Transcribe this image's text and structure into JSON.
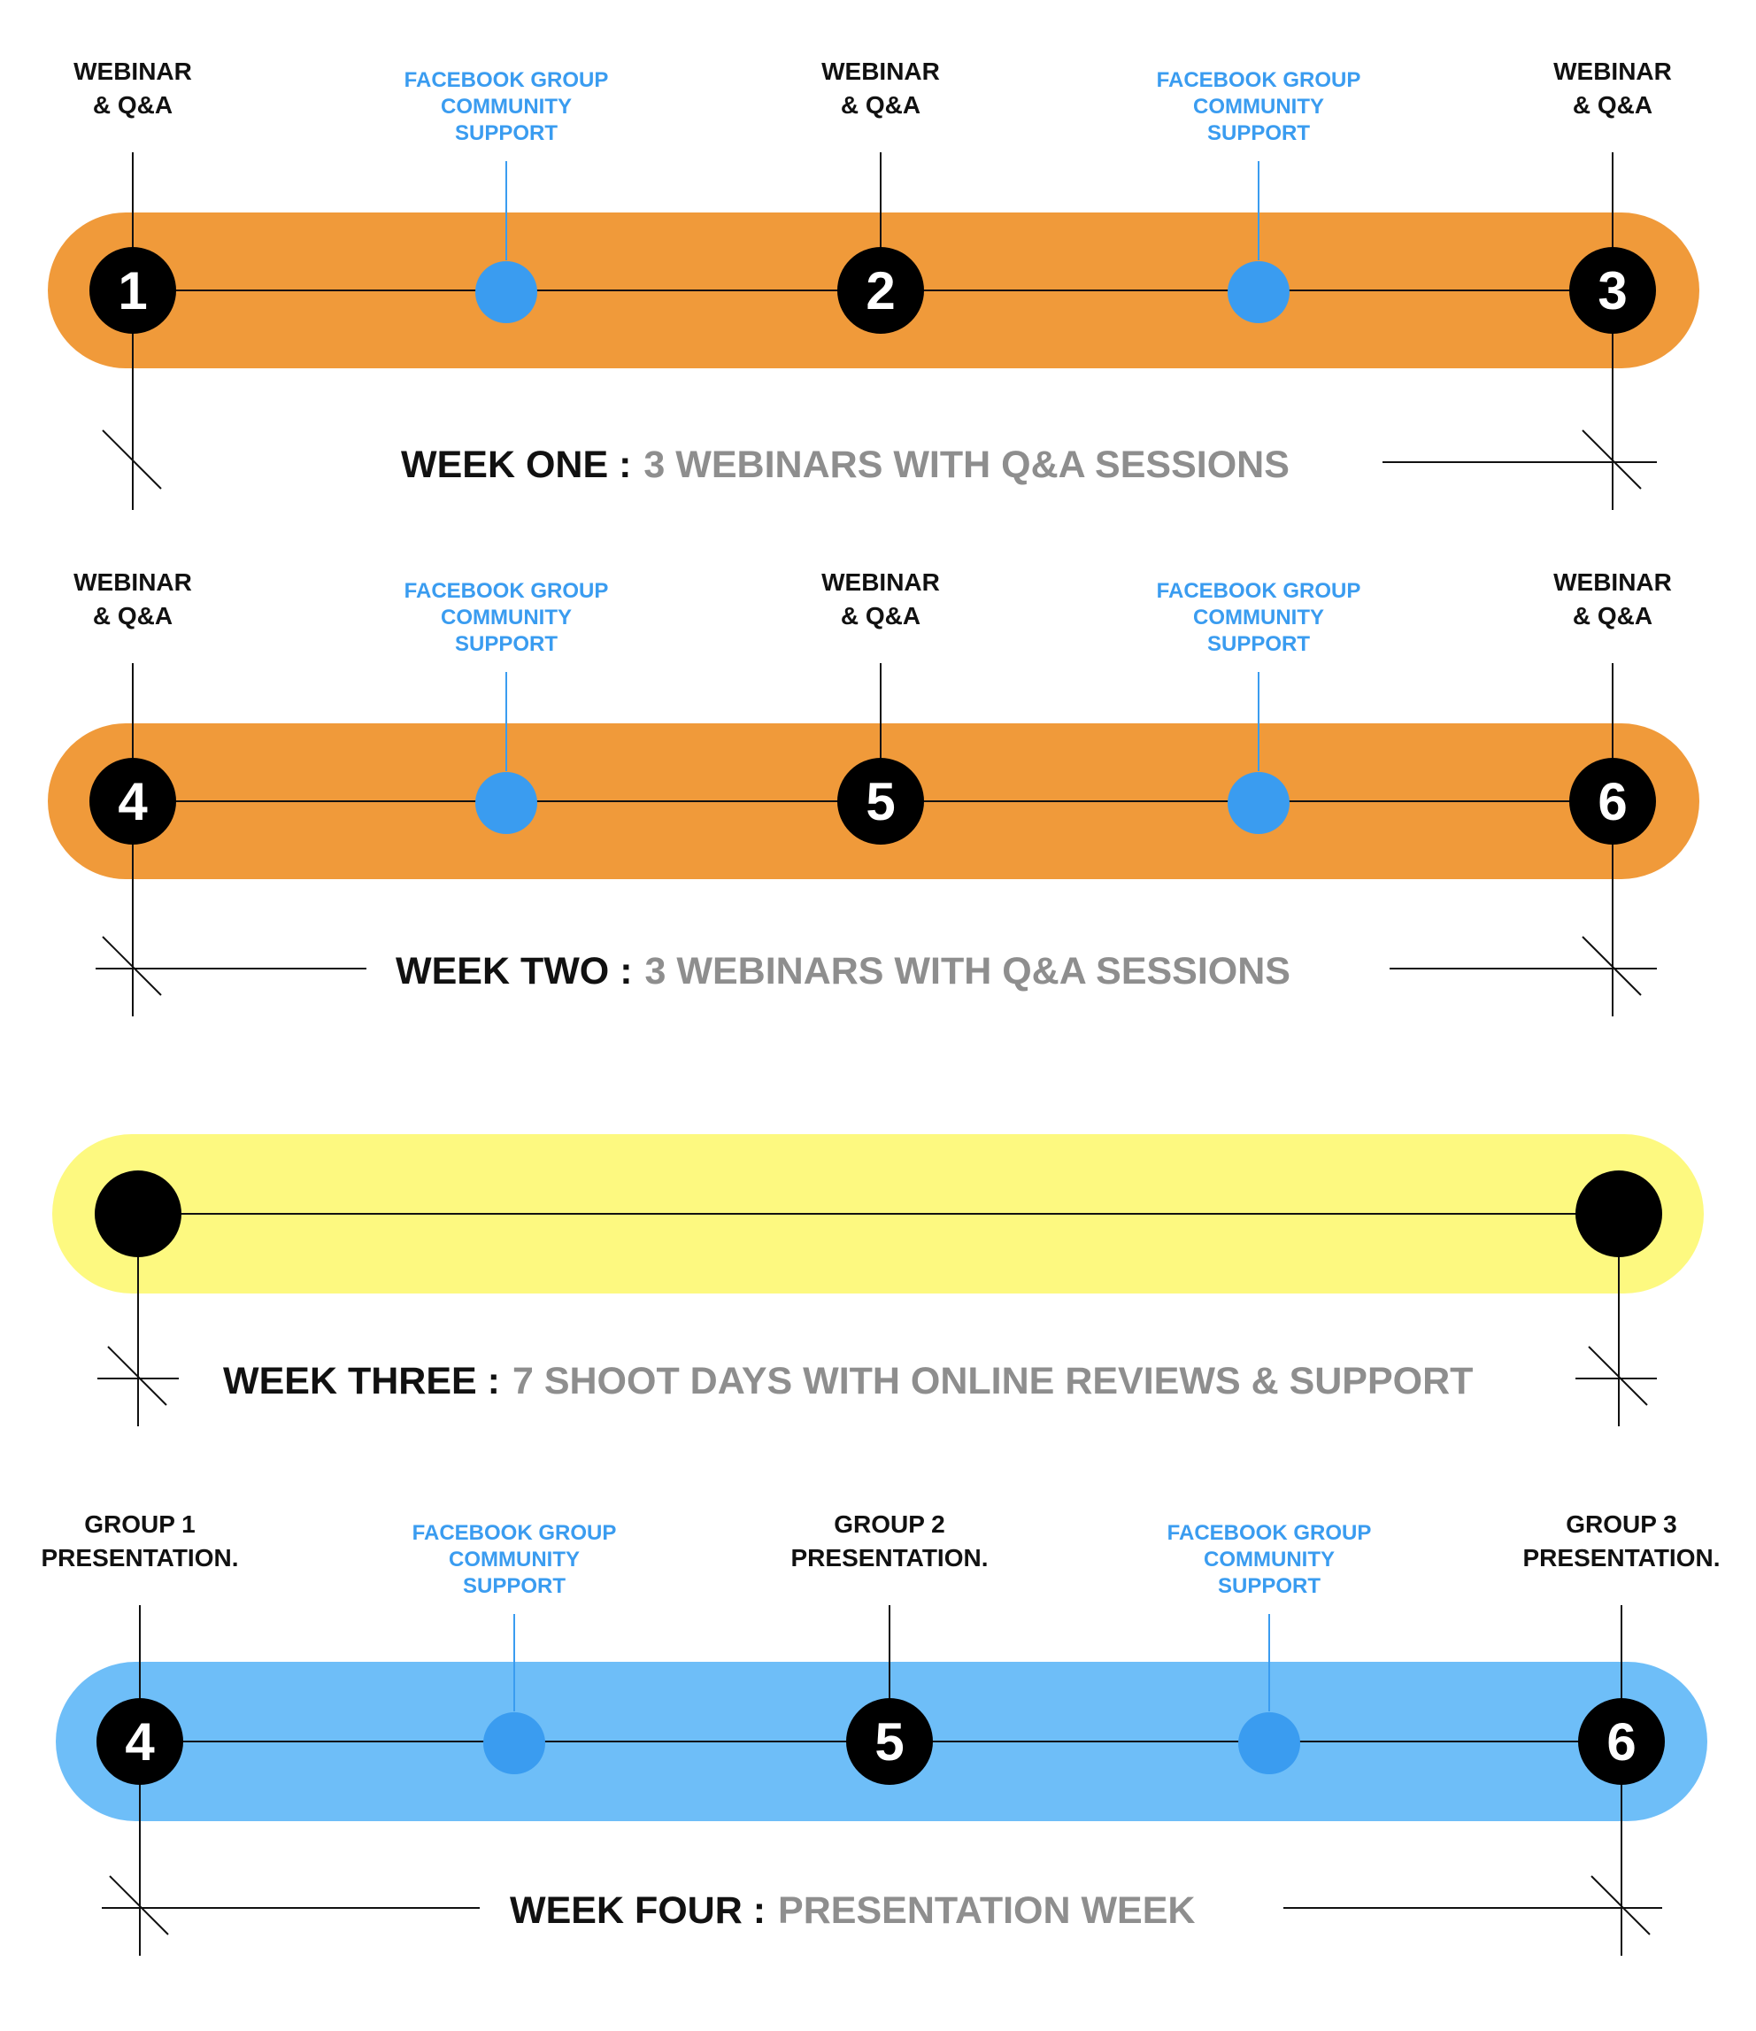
{
  "colors": {
    "week_one_bar": "#f09a3a",
    "week_two_bar": "#f09a3a",
    "week_three_bar": "#fdf980",
    "week_four_bar": "#6ebef8",
    "support_dot": "#3a9cf0",
    "support_text": "#3a9cf0",
    "numbered_dot": "#000000",
    "caption_main": "#111111",
    "caption_sub": "#8e8e8e"
  },
  "weeks": [
    {
      "id": "week-one",
      "caption_main": "WEEK ONE :",
      "caption_sub": "3 WEBINARS WITH Q&A SESSIONS",
      "milestones": [
        {
          "kind": "numbered",
          "number": "1",
          "label": [
            "WEBINAR",
            "& Q&A"
          ]
        },
        {
          "kind": "support",
          "label": [
            "FACEBOOK GROUP",
            "COMMUNITY",
            "SUPPORT"
          ]
        },
        {
          "kind": "numbered",
          "number": "2",
          "label": [
            "WEBINAR",
            "& Q&A"
          ]
        },
        {
          "kind": "support",
          "label": [
            "FACEBOOK GROUP",
            "COMMUNITY",
            "SUPPORT"
          ]
        },
        {
          "kind": "numbered",
          "number": "3",
          "label": [
            "WEBINAR",
            "& Q&A"
          ]
        }
      ]
    },
    {
      "id": "week-two",
      "caption_main": "WEEK TWO :",
      "caption_sub": "3 WEBINARS WITH Q&A SESSIONS",
      "milestones": [
        {
          "kind": "numbered",
          "number": "4",
          "label": [
            "WEBINAR",
            "& Q&A"
          ]
        },
        {
          "kind": "support",
          "label": [
            "FACEBOOK GROUP",
            "COMMUNITY",
            "SUPPORT"
          ]
        },
        {
          "kind": "numbered",
          "number": "5",
          "label": [
            "WEBINAR",
            "& Q&A"
          ]
        },
        {
          "kind": "support",
          "label": [
            "FACEBOOK GROUP",
            "COMMUNITY",
            "SUPPORT"
          ]
        },
        {
          "kind": "numbered",
          "number": "6",
          "label": [
            "WEBINAR",
            "& Q&A"
          ]
        }
      ]
    },
    {
      "id": "week-three",
      "caption_main": "WEEK THREE :",
      "caption_sub": "7 SHOOT DAYS WITH ONLINE REVIEWS & SUPPORT",
      "milestones": [
        {
          "kind": "numbered",
          "number": "",
          "label": []
        },
        {
          "kind": "numbered",
          "number": "",
          "label": []
        }
      ]
    },
    {
      "id": "week-four",
      "caption_main": "WEEK FOUR :",
      "caption_sub": "PRESENTATION WEEK",
      "milestones": [
        {
          "kind": "numbered",
          "number": "4",
          "label": [
            "GROUP 1",
            "PRESENTATION."
          ]
        },
        {
          "kind": "support",
          "label": [
            "FACEBOOK GROUP",
            "COMMUNITY",
            "SUPPORT"
          ]
        },
        {
          "kind": "numbered",
          "number": "5",
          "label": [
            "GROUP 2",
            "PRESENTATION."
          ]
        },
        {
          "kind": "support",
          "label": [
            "FACEBOOK GROUP",
            "COMMUNITY",
            "SUPPORT"
          ]
        },
        {
          "kind": "numbered",
          "number": "6",
          "label": [
            "GROUP 3",
            "PRESENTATION."
          ]
        }
      ]
    }
  ]
}
